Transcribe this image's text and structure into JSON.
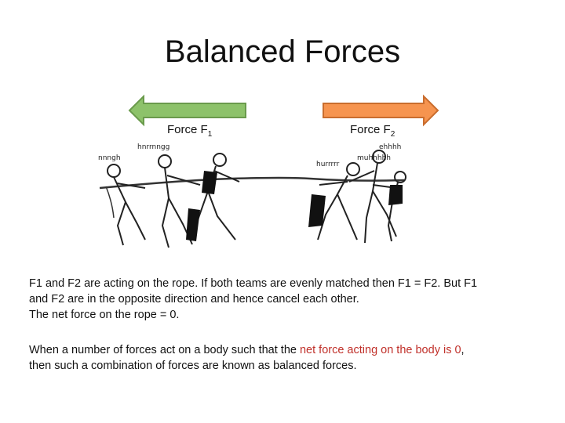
{
  "title": "Balanced Forces",
  "colors": {
    "left_arrow": "#8dc26a",
    "right_arrow": "#f6944f",
    "highlight_text": "#c0302a"
  },
  "forces": {
    "left": {
      "text": "Force F",
      "subscript": "1"
    },
    "right": {
      "text": "Force F",
      "subscript": "2"
    }
  },
  "illustration": {
    "bubbles": [
      "nnngh",
      "hnrrnngg",
      "hurrrrr",
      "ehhhh",
      "muhhhhh"
    ]
  },
  "paragraph1": {
    "line1": "F1 and F2 are acting on the rope. If both teams are evenly matched then F1 = F2. But F1",
    "line2": "and F2 are in the opposite direction and hence cancel each other.",
    "line3": "The net force on the rope = 0."
  },
  "paragraph2": {
    "before": "When a number of forces act on a body such that the ",
    "highlight": "net force acting on the body is 0",
    "after": ",",
    "line2": "then such a combination of forces are known as balanced forces."
  }
}
